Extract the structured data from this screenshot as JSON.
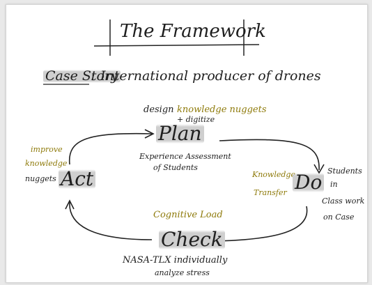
{
  "title": "The Framework",
  "case_story": {
    "label": "Case Story",
    "separator": ":",
    "text": "International producer of drones"
  },
  "plan": {
    "label": "Plan",
    "annotation_line1_black": "design",
    "annotation_line1_yellow": "knowledge nuggets",
    "annotation_line2": "+ digitize",
    "below_line1": "Experience Assessment",
    "below_line2": "of Students"
  },
  "do": {
    "label": "Do",
    "left_note_line1": "Knowledge",
    "left_note_line2": "Transfer",
    "right_note_line1": "Students",
    "right_note_line2": "in",
    "right_note_line3": "Class work",
    "right_note_line4": "on Case"
  },
  "check": {
    "label": "Check",
    "above": "Cognitive Load",
    "below_line1": "NASA-TLX individually",
    "below_line2": "analyze stress"
  },
  "act": {
    "label": "Act",
    "note_line1": "improve",
    "note_line2": "knowledge",
    "note_line3": "nuggets"
  },
  "colors": {
    "ink": "#1e1e1e",
    "highlight_yellow": "#8e7a0a",
    "highlight_grey": "#cfcfcf"
  }
}
